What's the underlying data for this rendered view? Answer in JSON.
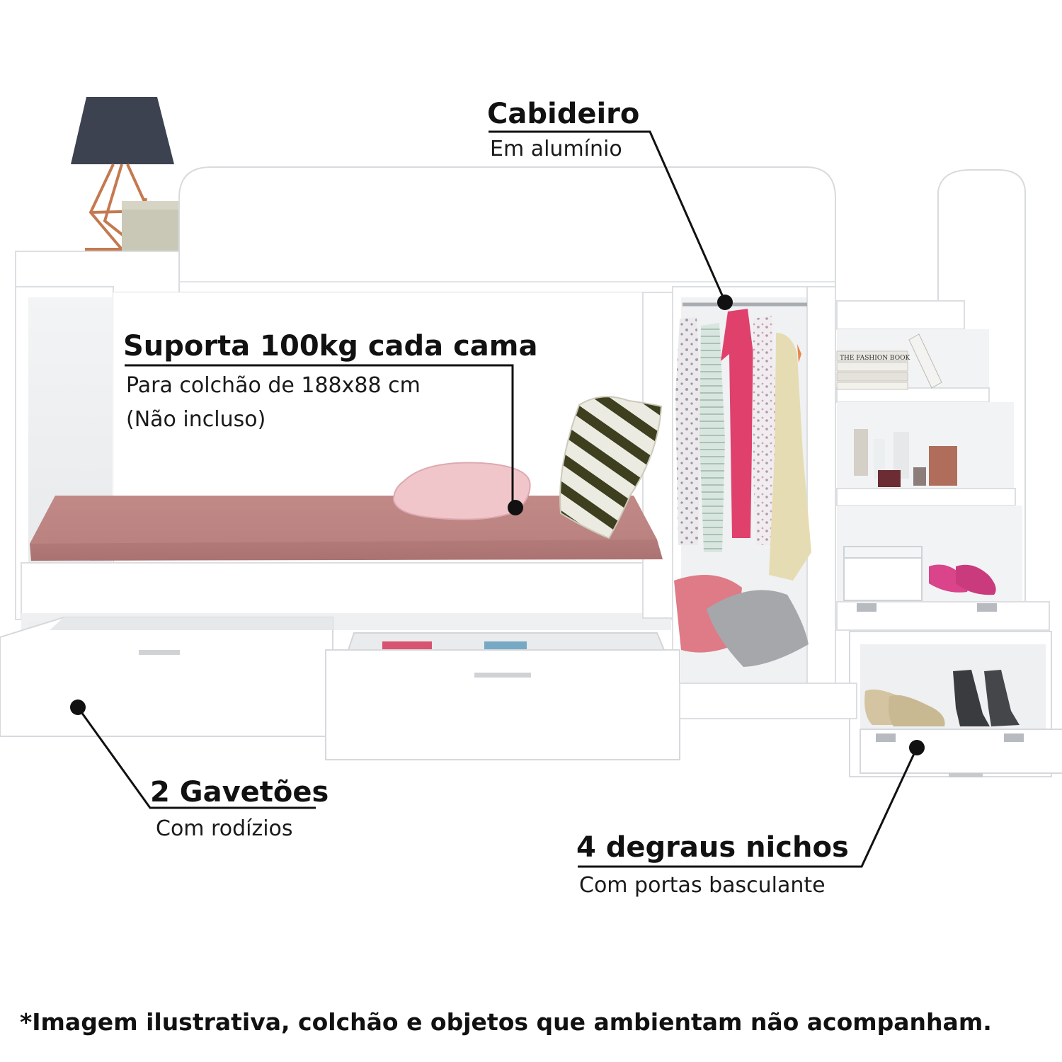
{
  "callouts": {
    "cabideiro": {
      "title": "Cabideiro",
      "subtitle": "Em alumínio"
    },
    "suporta": {
      "title": "Suporta 100kg cada cama",
      "line1": "Para colchão de 188x88 cm",
      "line2": "(Não incluso)"
    },
    "gavetoes": {
      "title": "2 Gavetões",
      "subtitle": "Com rodízios"
    },
    "degraus": {
      "title": "4 degraus nichos",
      "subtitle": "Com portas basculante"
    }
  },
  "book_spine": "THE FASHION BOOK",
  "footnote": "*Imagem ilustrativa, colchão e objetos que ambientam não acompanham.",
  "colors": {
    "furniture": "#ffffff",
    "furniture_shade": "#eceeef",
    "mattress": "#b87e7d",
    "leader_line": "#111111",
    "text": "#111111"
  }
}
